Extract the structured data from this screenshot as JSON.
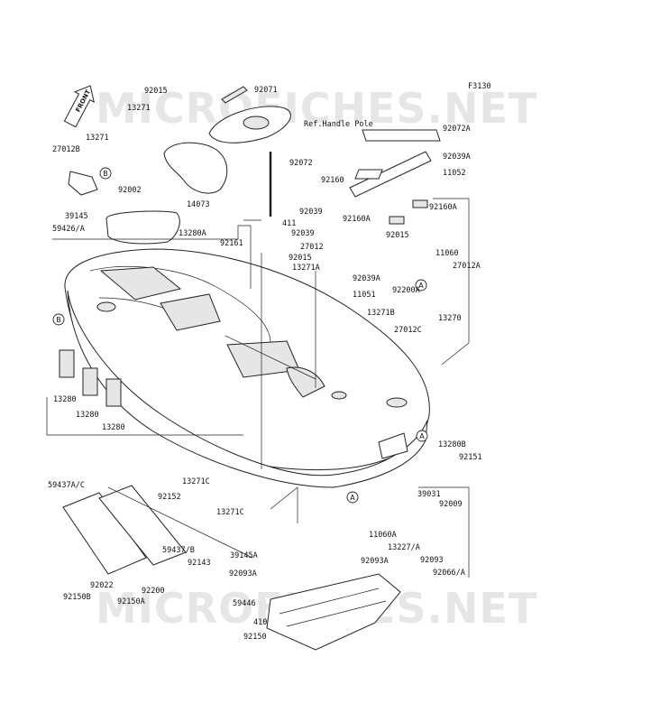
{
  "diagram": {
    "figure_code": "F3130",
    "watermark": "MICROFICHES.NET",
    "front_label": "FRONT",
    "callouts": [
      "A",
      "B"
    ],
    "labels": [
      "92015",
      "92071",
      "13271",
      "13271",
      "27012B",
      "92002",
      "14073",
      "Ref.Handle Pole",
      "92072A",
      "92039A",
      "11052",
      "92072",
      "92039",
      "411",
      "92039",
      "92160",
      "92160A",
      "92160A",
      "39145",
      "59426/A",
      "13280A",
      "92161",
      "27012",
      "92015",
      "13271A",
      "92039A",
      "11051",
      "92015",
      "92200A",
      "11060",
      "27012A",
      "13270",
      "13271B",
      "27012C",
      "13280",
      "13280",
      "13280",
      "13271C",
      "13280B",
      "92151",
      "39031",
      "59437A/C",
      "92152",
      "13271C",
      "92009",
      "11060A",
      "13227/A",
      "92093",
      "92066/A",
      "59437/B",
      "92143",
      "92022",
      "92200",
      "92150B",
      "92150A",
      "39145A",
      "92093A",
      "92093A",
      "59446",
      "410",
      "92150"
    ]
  }
}
